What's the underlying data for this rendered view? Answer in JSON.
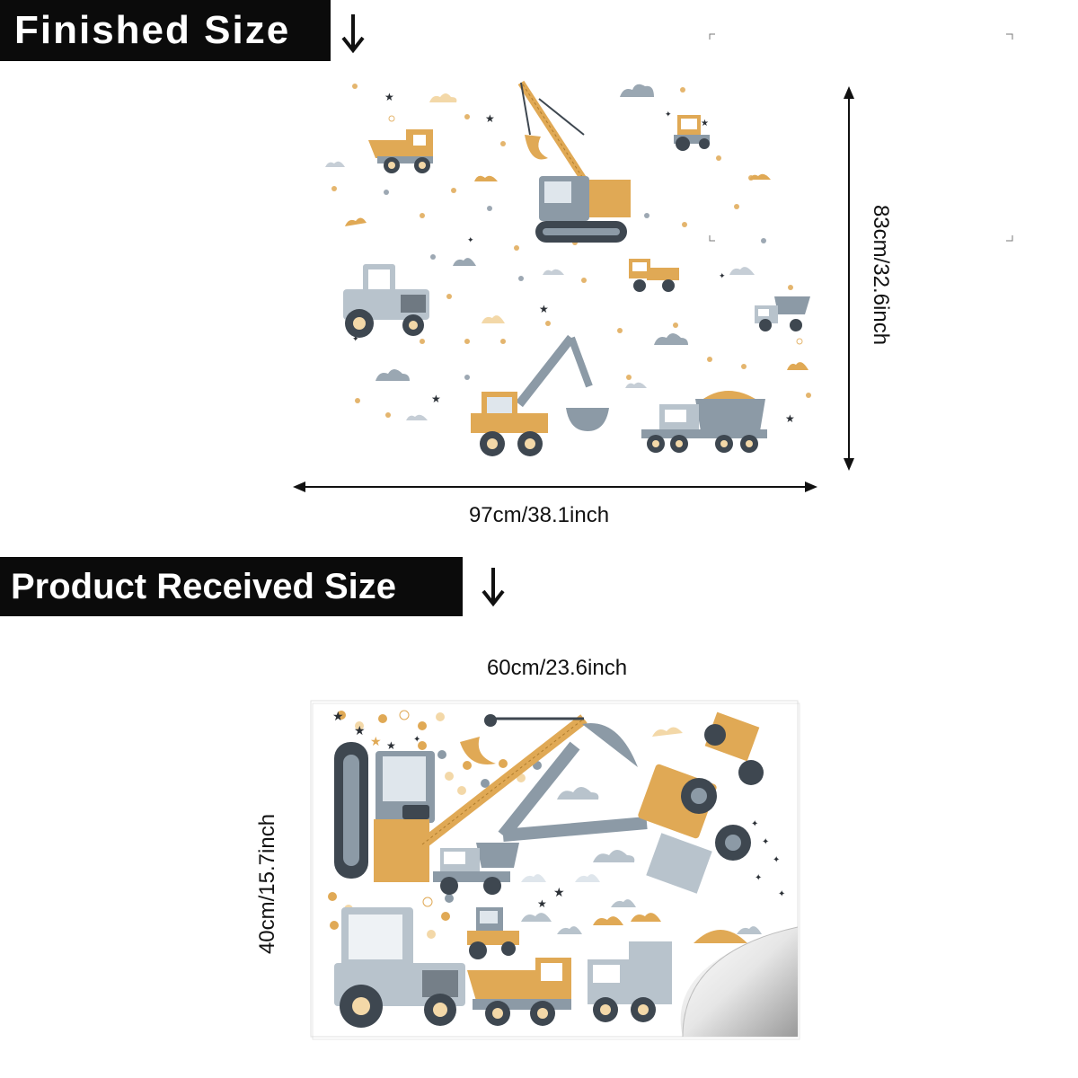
{
  "finished": {
    "heading": "Finished Size",
    "width_label": "97cm/38.1inch",
    "height_label": "83cm/32.6inch"
  },
  "received": {
    "heading": "Product Received Size",
    "width_label": "60cm/23.6inch",
    "height_label": "40cm/15.7inch"
  },
  "palette": {
    "mustard": "#e0a955",
    "slate": "#8c9aa6",
    "dark": "#3e4750",
    "cream": "#f3d8a8"
  },
  "icons": [
    "down-arrow-icon",
    "crane-icon",
    "dump-truck-icon",
    "tractor-icon",
    "excavator-icon",
    "cloud-icon",
    "star-icon"
  ]
}
